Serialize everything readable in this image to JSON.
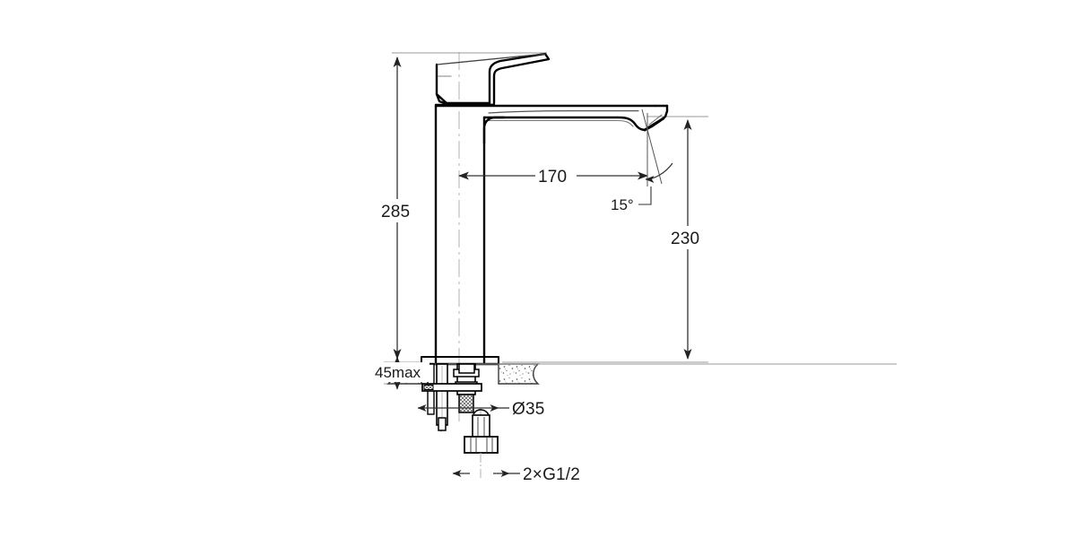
{
  "drawing": {
    "type": "technical-dimension-drawing",
    "subject": "tall vessel basin mixer tap (single lever faucet) side elevation",
    "units": "mm",
    "background_color": "#ffffff",
    "line_color": "#000000",
    "dimension_line_color": "#333333",
    "centerline_color": "#aaaaaa",
    "hatch_color": "#555555"
  },
  "dimensions": {
    "overall_height": {
      "label": "285",
      "orientation": "vertical",
      "description": "total height from countertop to top of lever handle"
    },
    "spout_reach": {
      "label": "170",
      "orientation": "horizontal",
      "description": "horizontal reach from body centerline to spout outlet"
    },
    "spout_height": {
      "label": "230",
      "orientation": "vertical",
      "description": "height from countertop to spout outlet"
    },
    "aerator_angle": {
      "label": "15°",
      "orientation": "angular",
      "description": "outlet stream inclination from vertical"
    },
    "max_deck_thickness": {
      "label": "45max",
      "orientation": "vertical",
      "description": "maximum mounting deck / countertop thickness"
    },
    "mounting_hole": {
      "label": "Ø35",
      "orientation": "horizontal",
      "description": "required mounting hole diameter"
    },
    "supply_connections": {
      "label": "2×G1/2",
      "orientation": "horizontal",
      "description": "two G1/2 inch flexible supply hose connections"
    }
  },
  "labels": {
    "overall_height": "285",
    "spout_reach": "170",
    "spout_height": "230",
    "aerator_angle": "15°",
    "max_deck_thickness": "45max",
    "mounting_hole": "Ø35",
    "supply_connections": "2×G1/2"
  },
  "parts": {
    "lever_handle": "lever-handle",
    "body_column": "body-column",
    "spout_arm": "spout-arm",
    "spout_outlet": "spout-outlet",
    "base_flange": "base-flange",
    "countertop": "countertop",
    "threaded_stud": "threaded-stud",
    "mounting_nut": "mounting-nut",
    "supply_hose_connector": "supply-hose-connector"
  }
}
